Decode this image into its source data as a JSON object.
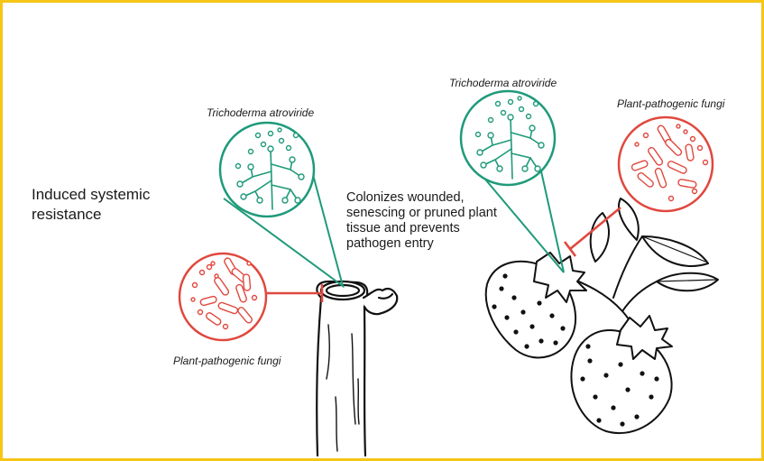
{
  "labels": {
    "induced_systemic_resistance": "Induced systemic resistance",
    "colonizes_text": "Colonizes wounded, senescing or pruned plant tissue and prevents pathogen entry",
    "trichoderma_left": "Trichoderma atroviride",
    "trichoderma_right": "Trichoderma atroviride",
    "pathogenic_fungi_left": "Plant-pathogenic fungi",
    "pathogenic_fungi_right": "Plant-pathogenic fungi"
  },
  "colors": {
    "frame": "#f5c518",
    "trichoderma_green": "#1f9a7a",
    "pathogen_red": "#e0483e",
    "ink": "#1a1a1a"
  }
}
